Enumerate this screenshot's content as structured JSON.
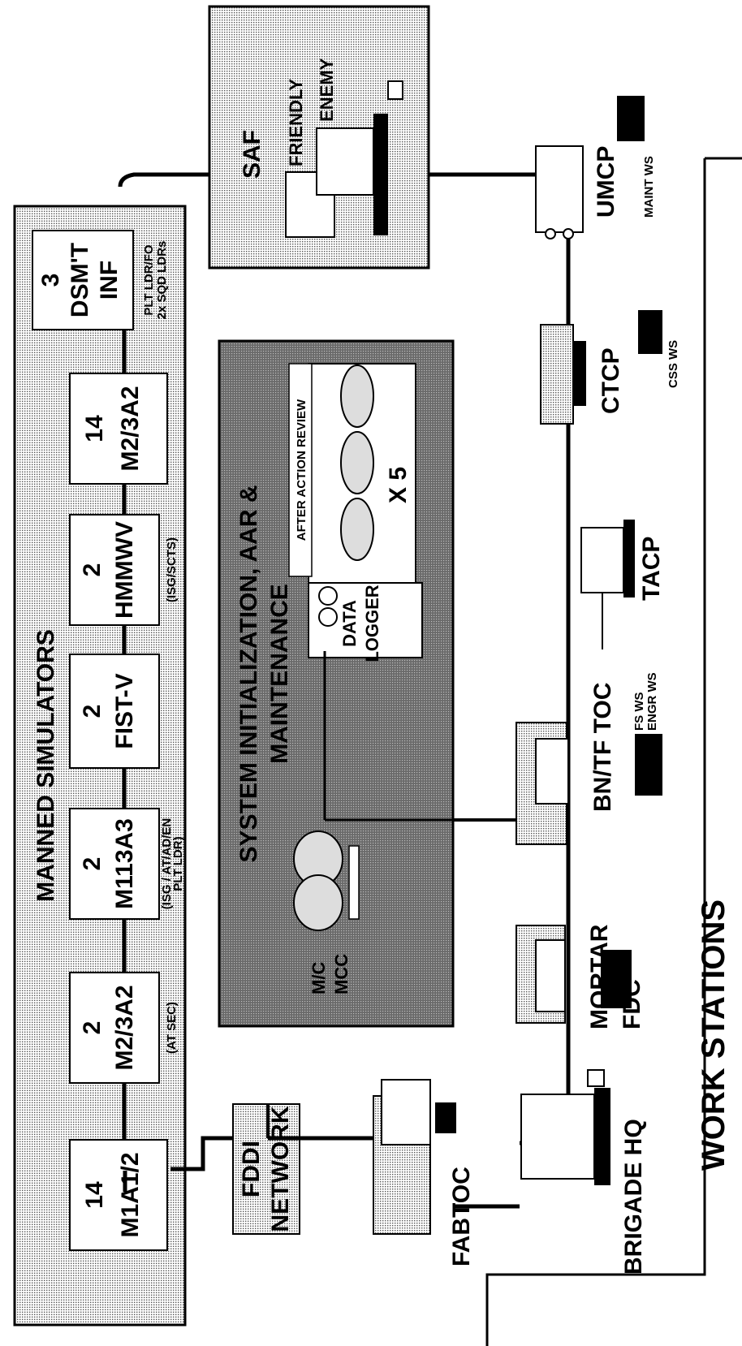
{
  "manned_simulators": {
    "title": "MANNED SIMULATORS",
    "units": [
      {
        "count": "14",
        "name": "M1A1/2",
        "note": ""
      },
      {
        "count": "2",
        "name": "M2/3A2",
        "note": "(AT SEC)"
      },
      {
        "count": "2",
        "name": "M113A3",
        "note": "(ISG / AT/AD/EN",
        "note2": "PLT LDR)"
      },
      {
        "count": "2",
        "name": "FIST-V",
        "note": ""
      },
      {
        "count": "2",
        "name": "HMMWV",
        "note": "(ISG/SCTS)"
      },
      {
        "count": "14",
        "name": "M2/3A2",
        "note": ""
      },
      {
        "count": "3",
        "name": "DSM'T",
        "name2": "INF",
        "note": "PLT LDR/FO",
        "note2": "2x SQD LDRs"
      }
    ]
  },
  "saf": {
    "title": "SAF",
    "friendly": "FRIENDLY",
    "enemy": "ENEMY"
  },
  "system_init": {
    "title1": "SYSTEM INITIALIZATION, AAR &",
    "title2": "MAINTENANCE",
    "aar": "AFTER ACTION REVIEW",
    "data": "DATA",
    "logger": "LOGGER",
    "x5": "X 5",
    "mc": "M/C",
    "mcc": "MCC"
  },
  "fddi": {
    "line1": "FDDI",
    "line2": "NETWORK"
  },
  "workstations": {
    "title": "WORK STATIONS",
    "fabtoc": "FABTOC",
    "brigade_hq": "BRIGADE HQ",
    "mortar1": "MORTAR",
    "mortar2": "FDC",
    "bntf": "BN/TF TOC",
    "fs_ws": "FS WS",
    "engr_ws": "ENGR WS",
    "tacp": "TACP",
    "ctcp": "CTCP",
    "css_ws": "CSS WS",
    "umcp": "UMCP",
    "maint_ws": "MAINT WS"
  }
}
